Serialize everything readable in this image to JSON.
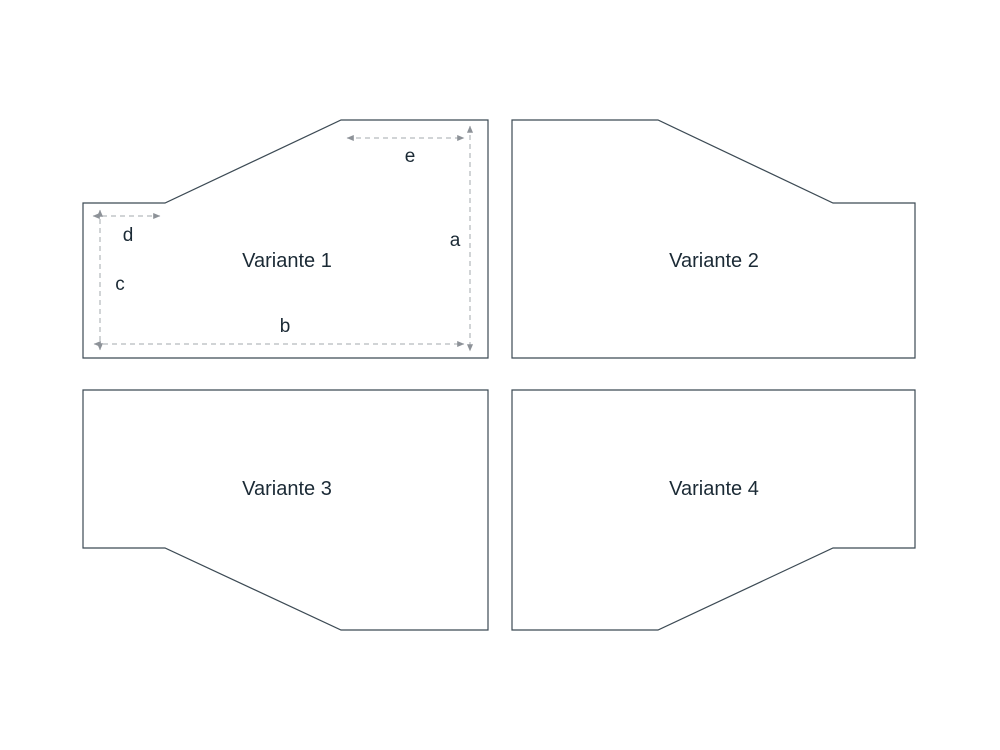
{
  "variants": [
    {
      "label": "Variante 1"
    },
    {
      "label": "Variante 2"
    },
    {
      "label": "Variante 3"
    },
    {
      "label": "Variante 4"
    }
  ],
  "dimension_labels": {
    "a": "a",
    "b": "b",
    "c": "c",
    "d": "d",
    "e": "e"
  },
  "colors": {
    "background": "#ffffff",
    "shape_outline": "#3c4a54",
    "dimension_line": "#a3a8ad",
    "label_text": "#1b2a35"
  }
}
